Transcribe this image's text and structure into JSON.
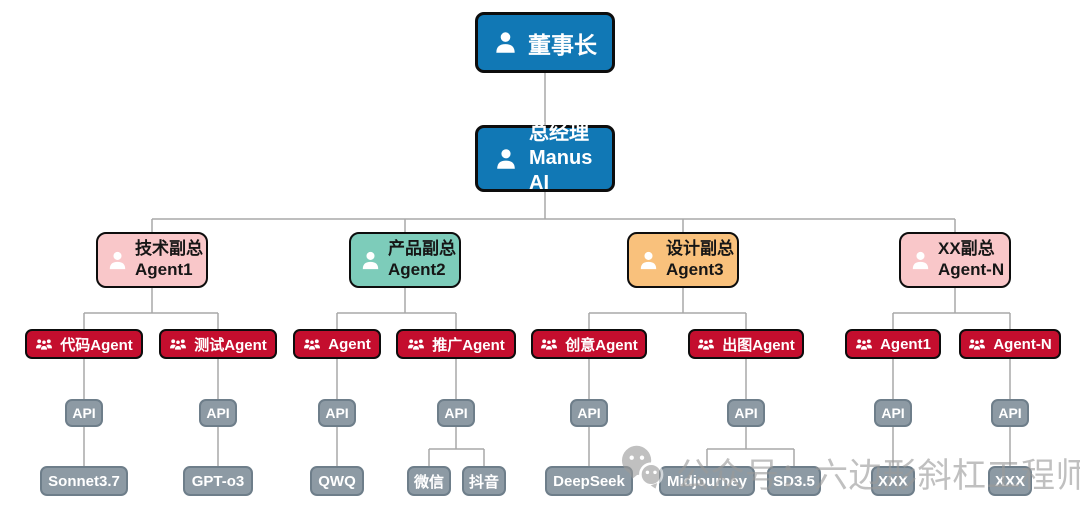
{
  "org": {
    "chairman": {
      "label": "董事长"
    },
    "gm": {
      "line1": "总经理",
      "line2": "Manus AI"
    },
    "vps": [
      {
        "line1": "技术副总",
        "line2": "Agent1"
      },
      {
        "line1": "产品副总",
        "line2": "Agent2"
      },
      {
        "line1": "设计副总",
        "line2": "Agent3"
      },
      {
        "line1": "XX副总",
        "line2": "Agent-N"
      }
    ],
    "agents": [
      "代码Agent",
      "测试Agent",
      "Agent",
      "推广Agent",
      "创意Agent",
      "出图Agent",
      "Agent1",
      "Agent-N"
    ],
    "api_label": "API",
    "tools": [
      "Sonnet3.7",
      "GPT-o3",
      "QWQ",
      "微信",
      "抖音",
      "DeepSeek",
      "Midjourney",
      "SD3.5",
      "XXX",
      "XXX"
    ]
  },
  "watermark": {
    "icon": "wechat-icon",
    "text": "公众号：六边形斜杠工程师"
  },
  "colors": {
    "executive_blue": "#1178b5",
    "vp_pink": "#f9c7c9",
    "vp_teal": "#7dccba",
    "vp_orange": "#f9c17c",
    "agent_red": "#c40e2e",
    "api_gray": "#8d9aa4",
    "node_border_black": "#0d0d0d",
    "gray_border": "#6e7e8a",
    "connector_gray": "#a8a8a8",
    "watermark_gray": "#9a9a9a"
  }
}
